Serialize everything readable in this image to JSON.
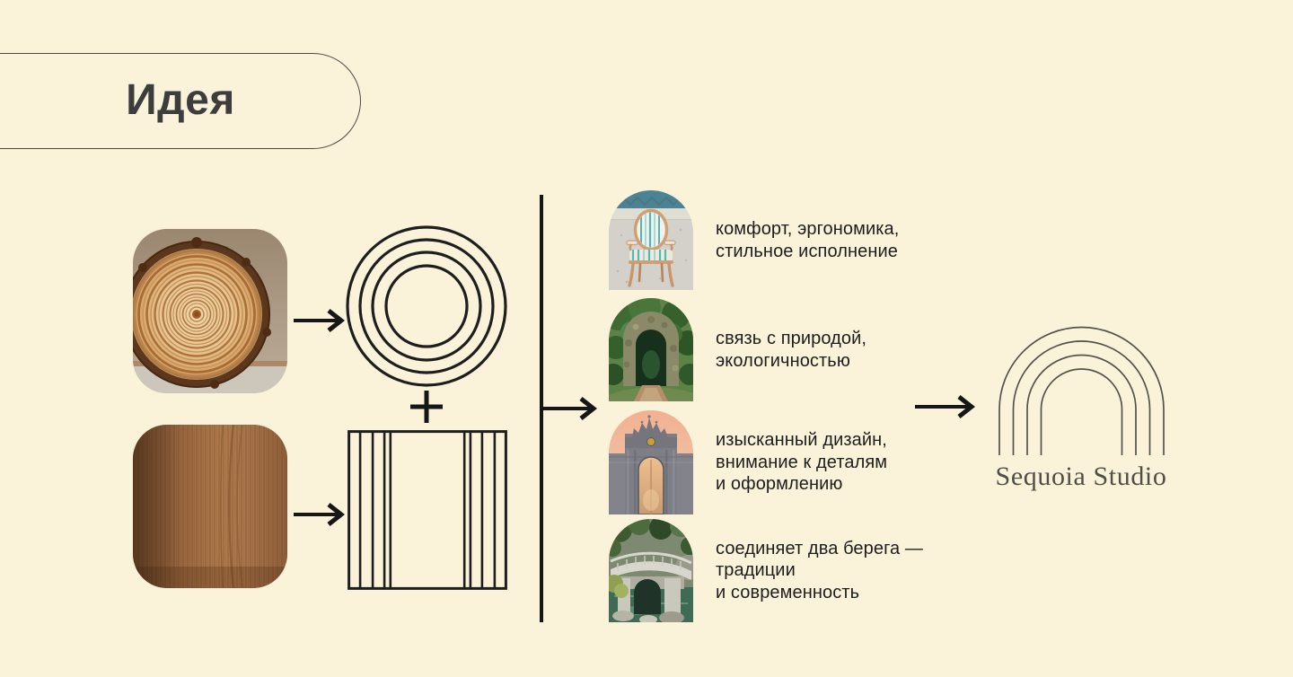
{
  "header": {
    "title": "Идея"
  },
  "colors": {
    "background": "#fbf2da",
    "ink": "#1d1d1d",
    "line": "#1a1a1a",
    "logo": "#54534a",
    "title_text": "#3d3d3d"
  },
  "flow": {
    "operator": "+",
    "sources": [
      {
        "icon": "tree-rings-photo",
        "abstraction": "concentric-circles-icon"
      },
      {
        "icon": "wood-grain-photo",
        "abstraction": "vertical-lines-square-icon"
      }
    ]
  },
  "values": [
    {
      "icon": "armchair-photo",
      "text": "комфорт, эргономика,\nстильное исполнение"
    },
    {
      "icon": "garden-arch-photo",
      "text": "связь с природой,\nэкологичностью"
    },
    {
      "icon": "palace-gate-photo",
      "text": "изысканный дизайн,\nвнимание к деталям\nи оформлению"
    },
    {
      "icon": "stone-bridge-photo",
      "text": "соединяет два берега —\nтрадиции\nи современность"
    }
  ],
  "brand": {
    "name": "Sequoia Studio"
  }
}
